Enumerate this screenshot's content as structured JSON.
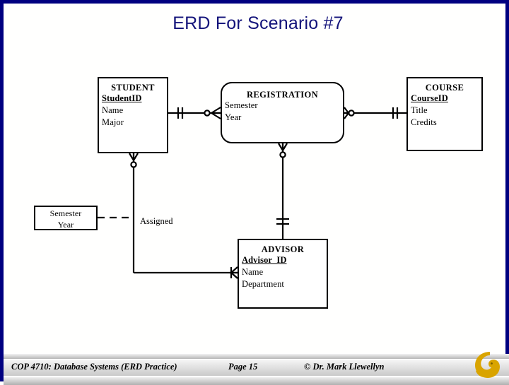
{
  "slide": {
    "title": "ERD For Scenario #7",
    "title_color": "#13137a",
    "border_color": "#000080",
    "background": "#ffffff"
  },
  "diagram": {
    "label_assigned": "Assigned",
    "entities": [
      {
        "id": "student",
        "name": "STUDENT",
        "shape": "rectangle",
        "attributes": [
          {
            "text": "StudentID",
            "key": true
          },
          {
            "text": "Name",
            "key": false
          },
          {
            "text": "Major",
            "key": false
          }
        ]
      },
      {
        "id": "registration",
        "name": "REGISTRATION",
        "shape": "rounded-rectangle",
        "attributes": [
          {
            "text": "Semester",
            "key": false
          },
          {
            "text": "Year",
            "key": false
          }
        ]
      },
      {
        "id": "course",
        "name": "COURSE",
        "shape": "rectangle",
        "attributes": [
          {
            "text": "CourseID",
            "key": true
          },
          {
            "text": "Title",
            "key": false
          },
          {
            "text": "Credits",
            "key": false
          }
        ]
      },
      {
        "id": "advisor",
        "name": "ADVISOR",
        "shape": "rectangle",
        "attributes": [
          {
            "text": "Advisor_ID",
            "key": true
          },
          {
            "text": "Name",
            "key": false
          },
          {
            "text": "Department",
            "key": false
          }
        ]
      },
      {
        "id": "semester-year",
        "name": "",
        "shape": "rectangle",
        "attributes": [
          {
            "text": "Semester",
            "key": false
          },
          {
            "text": "Year",
            "key": false
          }
        ]
      }
    ],
    "relationships": [
      {
        "from": "student",
        "to": "registration",
        "from_cardinality": "one-and-only-one",
        "to_cardinality": "zero-or-many",
        "line": "solid"
      },
      {
        "from": "registration",
        "to": "course",
        "from_cardinality": "zero-or-many",
        "to_cardinality": "one-and-only-one",
        "line": "solid"
      },
      {
        "from": "student",
        "to": "advisor",
        "from_cardinality": "zero-or-many",
        "to_cardinality": "one-or-many",
        "line": "solid"
      },
      {
        "from": "registration",
        "to": "advisor",
        "from_cardinality": "zero-or-many",
        "to_cardinality": "one-and-only-one",
        "line": "solid"
      },
      {
        "from": "semester-year",
        "to": "student-advisor-line",
        "from_cardinality": "",
        "to_cardinality": "",
        "line": "dashed"
      }
    ]
  },
  "footer": {
    "course": "COP 4710: Database Systems  (ERD Practice)",
    "page": "Page 15",
    "copyright": "© Dr. Mark Llewellyn",
    "logo_name": "ucf-pegasus-logo",
    "logo_color": "#D9A400"
  }
}
